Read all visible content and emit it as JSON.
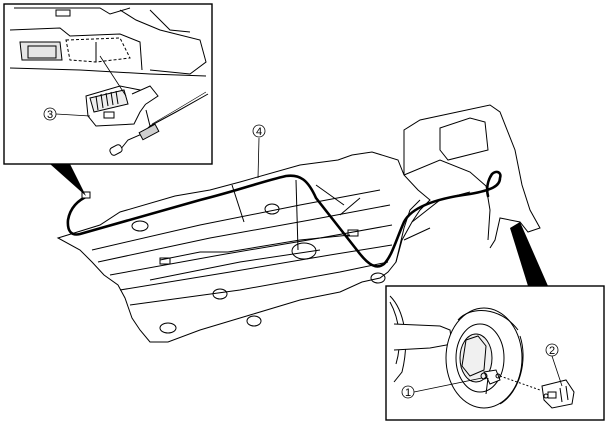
{
  "callouts": {
    "one": "1",
    "two": "2",
    "three": "3",
    "four": "4"
  },
  "colors": {
    "line": "#000000",
    "background": "#ffffff"
  }
}
